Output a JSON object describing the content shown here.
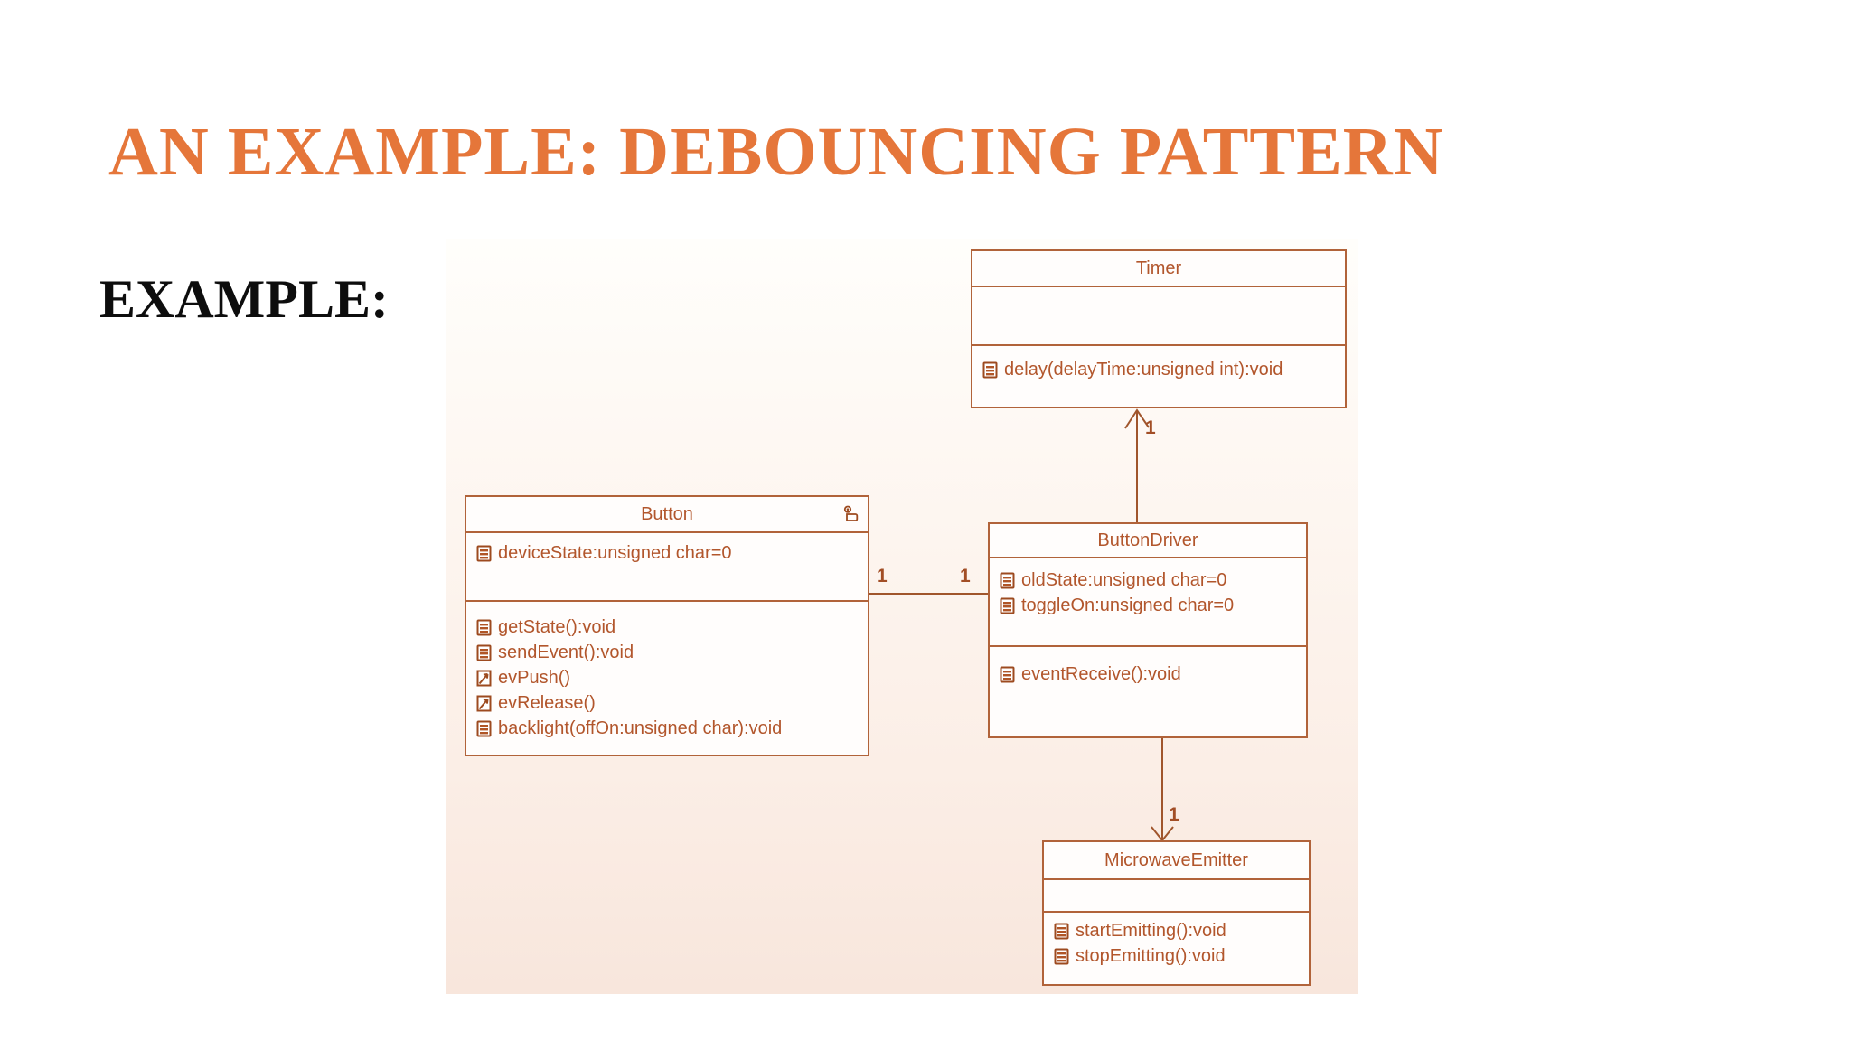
{
  "slide": {
    "title": "AN EXAMPLE: DEBOUNCING PATTERN",
    "example_label": "EXAMPLE:"
  },
  "colors": {
    "title_orange": "#e5763a",
    "diagram_ink": "#b2562c",
    "box_border": "#b1633a",
    "connector_line": "#a0552c",
    "panel_gradient_top": "#fffefb",
    "panel_gradient_bottom": "#f8e6dc",
    "box_fill": "#fffdfc"
  },
  "diagram": {
    "type": "uml-class-diagram",
    "classes": {
      "timer": {
        "name": "Timer",
        "attributes": [],
        "operations": [
          {
            "icon": "operation-icon",
            "label": "delay(delayTime:unsigned int):void"
          }
        ]
      },
      "button": {
        "name": "Button",
        "badge_icon": "structure-badge-icon",
        "attributes": [
          {
            "icon": "attribute-icon",
            "label": "deviceState:unsigned char=0"
          }
        ],
        "operations": [
          {
            "icon": "operation-icon",
            "label": "getState():void"
          },
          {
            "icon": "operation-icon",
            "label": "sendEvent():void"
          },
          {
            "icon": "event-icon",
            "label": "evPush()"
          },
          {
            "icon": "event-icon",
            "label": "evRelease()"
          },
          {
            "icon": "operation-icon",
            "label": "backlight(offOn:unsigned char):void"
          }
        ]
      },
      "button_driver": {
        "name": "ButtonDriver",
        "attributes": [
          {
            "icon": "attribute-icon",
            "label": "oldState:unsigned char=0"
          },
          {
            "icon": "attribute-icon",
            "label": "toggleOn:unsigned char=0"
          }
        ],
        "operations": [
          {
            "icon": "operation-icon",
            "label": "eventReceive():void"
          }
        ]
      },
      "microwave_emitter": {
        "name": "MicrowaveEmitter",
        "attributes": [],
        "operations": [
          {
            "icon": "operation-icon",
            "label": "startEmitting():void"
          },
          {
            "icon": "operation-icon",
            "label": "stopEmitting():void"
          }
        ]
      }
    },
    "relations": {
      "button_buttondriver": {
        "type": "association",
        "button_end": "1",
        "driver_end": "1"
      },
      "buttondriver_timer": {
        "type": "directed-association",
        "timer_end": "1"
      },
      "buttondriver_emitter": {
        "type": "directed-association",
        "emitter_end": "1"
      }
    }
  }
}
